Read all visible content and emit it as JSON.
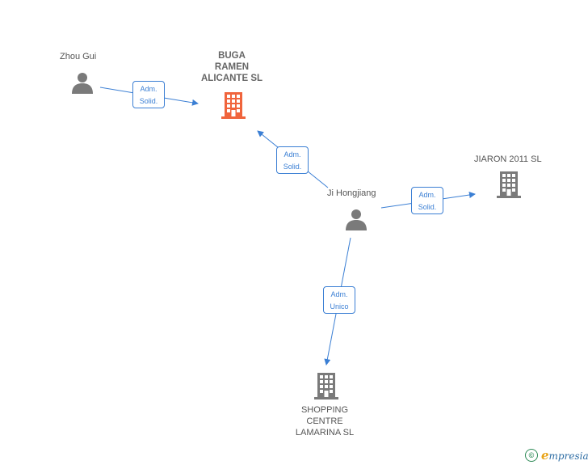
{
  "nodes": {
    "zhou_gui": {
      "label": "Zhou Gui",
      "icon": "person-icon"
    },
    "buga": {
      "label": "BUGA\nRAMEN\nALICANTE  SL",
      "icon": "building-icon",
      "color": "#f0643c"
    },
    "ji_hongjiang": {
      "label": "Ji Hongjiang",
      "icon": "person-icon"
    },
    "jiaron": {
      "label": "JIARON 2011 SL",
      "icon": "building-icon"
    },
    "shopping": {
      "label": "SHOPPING\nCENTRE\nLAMARINA  SL",
      "icon": "building-icon"
    }
  },
  "edges": [
    {
      "from": "Zhou Gui",
      "to": "BUGA RAMEN ALICANTE SL",
      "line1": "Adm.",
      "line2": "Solid."
    },
    {
      "from": "Ji Hongjiang",
      "to": "BUGA RAMEN ALICANTE SL",
      "line1": "Adm.",
      "line2": "Solid."
    },
    {
      "from": "Ji Hongjiang",
      "to": "JIARON 2011 SL",
      "line1": "Adm.",
      "line2": "Solid."
    },
    {
      "from": "Ji Hongjiang",
      "to": "SHOPPING CENTRE LAMARINA SL",
      "line1": "Adm.",
      "line2": "Unico"
    }
  ],
  "colors": {
    "edge": "#3b7fd4",
    "node_gray": "#7a7a7a",
    "highlight": "#f0643c"
  },
  "footer": {
    "copyright_symbol": "©",
    "brand_initial": "e",
    "brand_rest": "mpresia"
  }
}
